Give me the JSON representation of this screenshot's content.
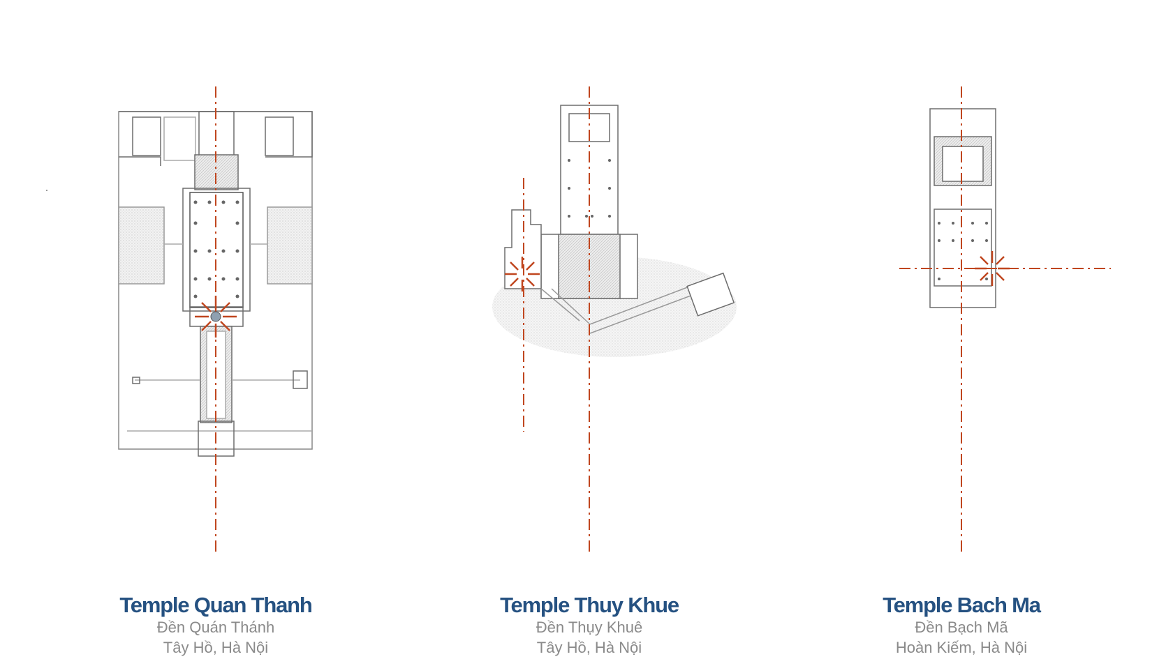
{
  "temples": [
    {
      "title": "Temple Quan Thanh",
      "name_vi": "Đền Quán Thánh",
      "location": "Tây Hồ, Hà Nội"
    },
    {
      "title": "Temple Thuy Khue",
      "name_vi": "Đền Thụy Khuê",
      "location": "Tây Hồ, Hà Nội"
    },
    {
      "title": "Temple Bach Ma",
      "name_vi": "Đền Bạch Mã",
      "location": "Hoàn Kiếm, Hà Nội"
    }
  ],
  "colors": {
    "title": "#255181",
    "subtitle": "#8a8a8a",
    "axis": "#c0461f",
    "plan_line": "#6d6d6d"
  }
}
